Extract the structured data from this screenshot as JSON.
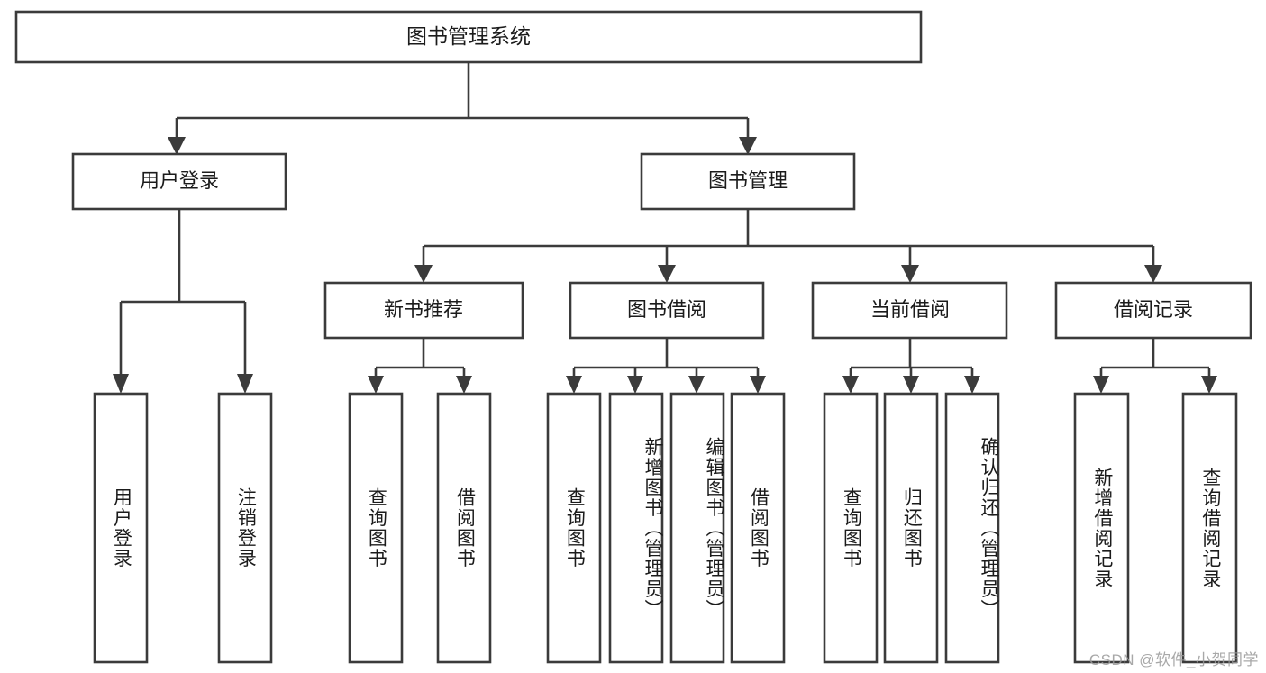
{
  "diagram": {
    "type": "tree-hierarchy-chart",
    "title": "图书管理系统",
    "orientation": "top-down",
    "line_color": "#3b3b3b",
    "box_fill": "#ffffff",
    "text_color": "#1b1b1b",
    "root": {
      "label": "图书管理系统"
    },
    "level2": [
      {
        "label": "用户登录"
      },
      {
        "label": "图书管理"
      }
    ],
    "level3": [
      {
        "label": "新书推荐"
      },
      {
        "label": "图书借阅"
      },
      {
        "label": "当前借阅"
      },
      {
        "label": "借阅记录"
      }
    ],
    "leaves": {
      "user_login": [
        {
          "label": "用户登录"
        },
        {
          "label": "注销登录"
        }
      ],
      "new_book_recommend": [
        {
          "label": "查询图书"
        },
        {
          "label": "借阅图书"
        }
      ],
      "book_borrow": [
        {
          "label": "查询图书"
        },
        {
          "label": "新增图书（管理员）"
        },
        {
          "label": "编辑图书（管理员）"
        },
        {
          "label": "借阅图书"
        }
      ],
      "current_borrow": [
        {
          "label": "查询图书"
        },
        {
          "label": "归还图书"
        },
        {
          "label": "确认归还（管理员）"
        }
      ],
      "borrow_record": [
        {
          "label": "新增借阅记录"
        },
        {
          "label": "查询借阅记录"
        }
      ]
    }
  },
  "watermark": {
    "text": "CSDN @软件_小贺同学"
  }
}
